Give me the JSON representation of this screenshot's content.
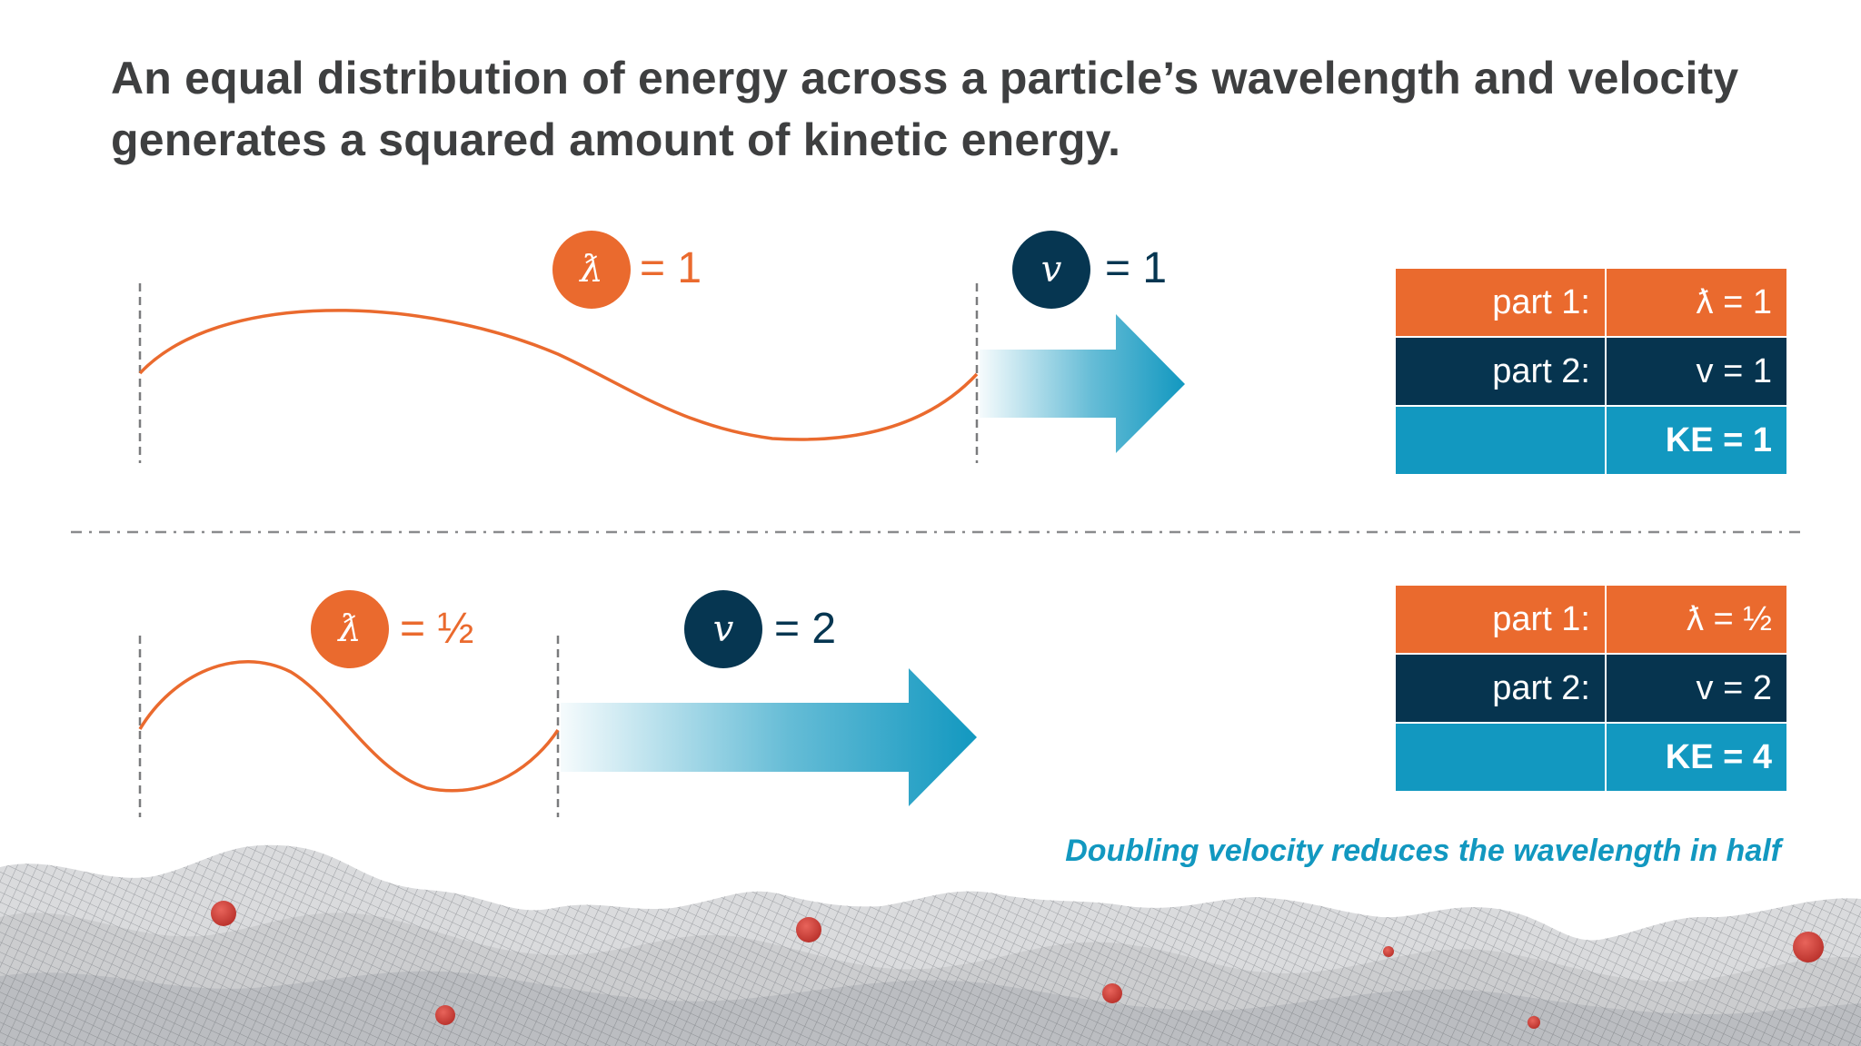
{
  "title": {
    "line1": "An equal distribution of energy across a particle’s wavelength and velocity",
    "line2": "generates a squared amount of kinetic energy."
  },
  "colors": {
    "orange": "#ea6a2e",
    "navy": "#063651",
    "blue": "#1298c0",
    "text": "#3e3f40",
    "terrain": "#8a8d92",
    "particle": "#d23a32"
  },
  "symbols": {
    "lambda": "ƛ",
    "velocity": "v"
  },
  "top_scenario": {
    "lambda_label": "= 1",
    "velocity_label": "= 1",
    "table": [
      {
        "key": "part 1:",
        "value": "ƛ = 1"
      },
      {
        "key": "part 2:",
        "value": "v = 1"
      },
      {
        "key": "",
        "value": "KE = 1"
      }
    ]
  },
  "bottom_scenario": {
    "lambda_label": "= ½",
    "velocity_label": "= 2",
    "table": [
      {
        "key": "part 1:",
        "value": "ƛ = ½"
      },
      {
        "key": "part 2:",
        "value": "v = 2"
      },
      {
        "key": "",
        "value": "KE = 4"
      }
    ]
  },
  "note": "Doubling velocity reduces the wavelength in half"
}
